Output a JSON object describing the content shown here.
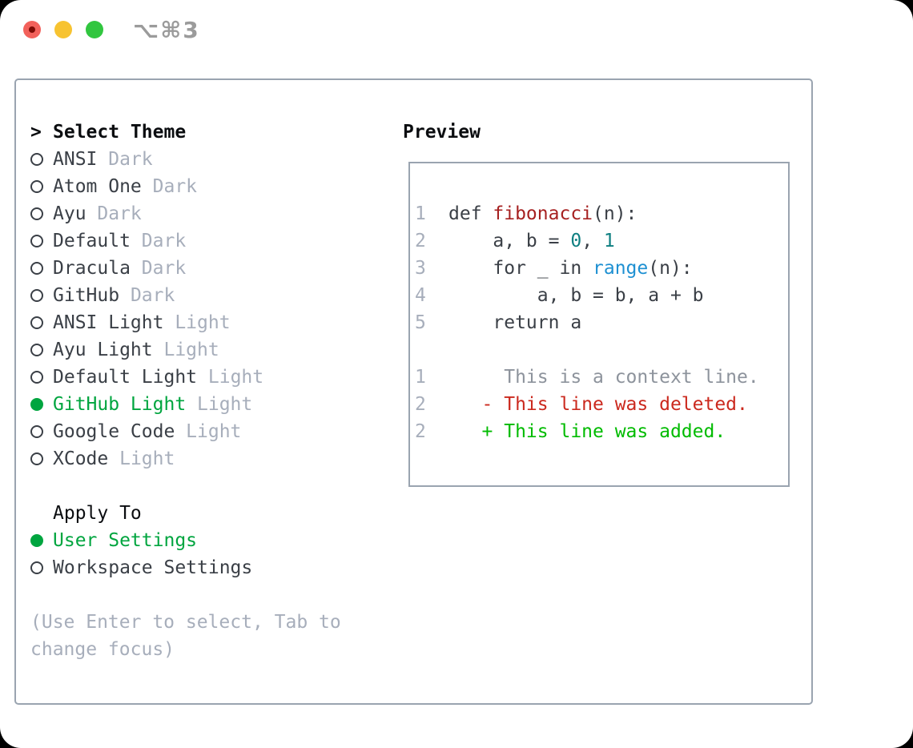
{
  "titlebar": {
    "title": "⌥⌘3",
    "buttons": [
      {
        "name": "close"
      },
      {
        "name": "minimize"
      },
      {
        "name": "zoom"
      }
    ]
  },
  "theme_panel": {
    "header_marker": ">",
    "header": "Select Theme",
    "themes": [
      {
        "name": "ANSI",
        "variant": "Dark",
        "selected": false
      },
      {
        "name": "Atom One",
        "variant": "Dark",
        "selected": false
      },
      {
        "name": "Ayu",
        "variant": "Dark",
        "selected": false
      },
      {
        "name": "Default",
        "variant": "Dark",
        "selected": false
      },
      {
        "name": "Dracula",
        "variant": "Dark",
        "selected": false
      },
      {
        "name": "GitHub",
        "variant": "Dark",
        "selected": false
      },
      {
        "name": "ANSI Light",
        "variant": "Light",
        "selected": false
      },
      {
        "name": "Ayu Light",
        "variant": "Light",
        "selected": false
      },
      {
        "name": "Default Light",
        "variant": "Light",
        "selected": false
      },
      {
        "name": "GitHub Light",
        "variant": "Light",
        "selected": true
      },
      {
        "name": "Google Code",
        "variant": "Light",
        "selected": false
      },
      {
        "name": "XCode",
        "variant": "Light",
        "selected": false
      }
    ],
    "apply_to": {
      "header": "Apply To",
      "options": [
        {
          "label": "User Settings",
          "selected": true
        },
        {
          "label": "Workspace Settings",
          "selected": false
        }
      ]
    },
    "hint_lines": [
      "(Use Enter to select, Tab to",
      "change focus)"
    ]
  },
  "preview": {
    "header": "Preview",
    "lines": [
      {
        "num": "1",
        "parts": [
          [
            "def ",
            "code"
          ],
          [
            "fibonacci",
            "func"
          ],
          [
            "(n):",
            "code"
          ]
        ]
      },
      {
        "num": "2",
        "parts": [
          [
            "    a, b = ",
            "code"
          ],
          [
            "0",
            "number"
          ],
          [
            ", ",
            "code"
          ],
          [
            "1",
            "number"
          ]
        ]
      },
      {
        "num": "3",
        "parts": [
          [
            "    for _ in ",
            "code"
          ],
          [
            "range",
            "builtin"
          ],
          [
            "(n):",
            "code"
          ]
        ]
      },
      {
        "num": "4",
        "parts": [
          [
            "        a, b = b, a + b",
            "code"
          ]
        ]
      },
      {
        "num": "5",
        "parts": [
          [
            "    return a",
            "code"
          ]
        ]
      },
      {
        "num": "",
        "parts": []
      },
      {
        "num": "1",
        "parts": [
          [
            "     This is a context line.",
            "context"
          ]
        ]
      },
      {
        "num": "2",
        "parts": [
          [
            "   - This line was deleted.",
            "removed"
          ]
        ]
      },
      {
        "num": "2",
        "parts": [
          [
            "   + This line was added.",
            "added"
          ]
        ]
      }
    ]
  },
  "colors": {
    "accent_green": "#00a53f",
    "diff_added": "#00bb00",
    "diff_removed": "#cb291e",
    "function_red": "#a62121",
    "builtin_blue": "#1e90d2",
    "number_teal": "#0e7f81",
    "text_dark": "#3a3f46",
    "text_black": "#0b0d10",
    "muted": "#a7aebb",
    "context_gray": "#8d939c",
    "border": "#9aa4b0",
    "title_gray": "#9b9b9b",
    "light_red": "#f2615b",
    "light_red_dot": "#7d0b05",
    "light_yellow": "#f7c331",
    "light_green": "#31c63f"
  }
}
